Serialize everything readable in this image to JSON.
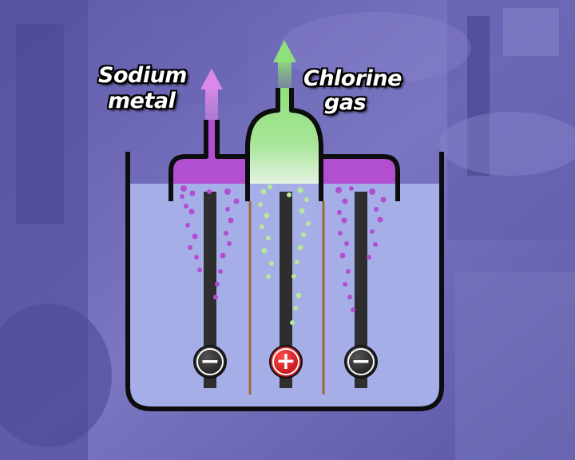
{
  "labels": {
    "sodium_line1": "Sodium",
    "sodium_line2": "metal",
    "chlorine_line1": "Chlorine",
    "chlorine_line2": "gas"
  },
  "electrodes": {
    "left_sign": "−",
    "center_sign": "+",
    "right_sign": "−"
  },
  "colors": {
    "background": "#6f6bb8",
    "electrolyte": "#a5aee6",
    "sodium": "#b14fd0",
    "chlorine": "#8fe07a",
    "outline": "#0d0d0d",
    "anode_badge": "#d81420",
    "cathode_badge": "#2b2b2b"
  }
}
